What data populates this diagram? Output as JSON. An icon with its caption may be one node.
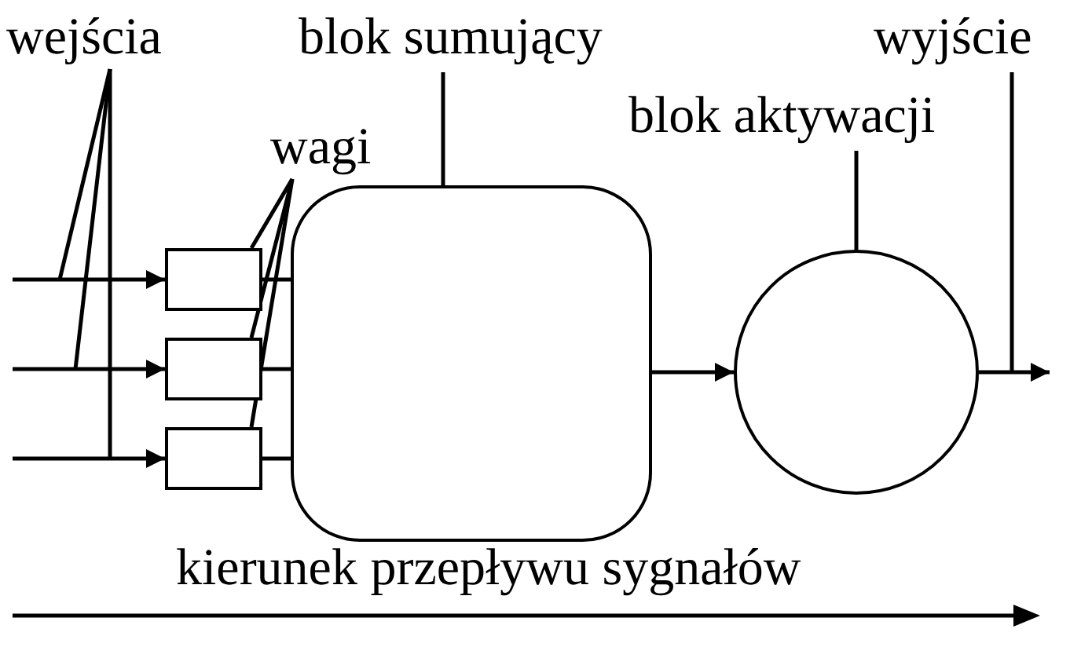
{
  "diagram": {
    "nodes": [
      {
        "text": [
          "wejścia"
        ]
      },
      {
        "text": [
          "wagi"
        ]
      },
      {
        "text": [],
        "shape": "box"
      },
      {
        "text": [],
        "shape": "box"
      },
      {
        "text": [],
        "shape": "box"
      },
      {
        "text": [
          "blok sumujący"
        ]
      },
      {
        "text": [],
        "shape": "box"
      },
      {
        "text": [
          "blok aktywacji"
        ]
      },
      {
        "text": [],
        "shape": "circle"
      },
      {
        "text": [
          "wyjście"
        ]
      }
    ],
    "edges": [
      {
        "from": null,
        "to": 2,
        "arrow": "to"
      },
      {
        "from": null,
        "to": 3,
        "arrow": "to"
      },
      {
        "from": null,
        "to": 4,
        "arrow": "to"
      },
      {
        "from": 0,
        "to": null,
        "arrow": "none"
      },
      {
        "from": 0,
        "to": null,
        "arrow": "none"
      },
      {
        "from": 0,
        "to": null,
        "arrow": "none"
      },
      {
        "from": 1,
        "to": 2,
        "arrow": "none"
      },
      {
        "from": 1,
        "to": 3,
        "arrow": "none"
      },
      {
        "from": 1,
        "to": 4,
        "arrow": "none"
      },
      {
        "from": 2,
        "to": 6,
        "arrow": "none"
      },
      {
        "from": 3,
        "to": 6,
        "arrow": "none"
      },
      {
        "from": 4,
        "to": 6,
        "arrow": "none"
      },
      {
        "from": 5,
        "to": 6,
        "arrow": "none"
      },
      {
        "from": 6,
        "to": 8,
        "arrow": "to"
      },
      {
        "from": 7,
        "to": 8,
        "arrow": "none"
      },
      {
        "from": 8,
        "to": null,
        "arrow": "to"
      },
      {
        "from": 9,
        "to": null,
        "arrow": "none"
      }
    ],
    "labels": [
      "kierunek przepływu sygnałów"
    ]
  }
}
